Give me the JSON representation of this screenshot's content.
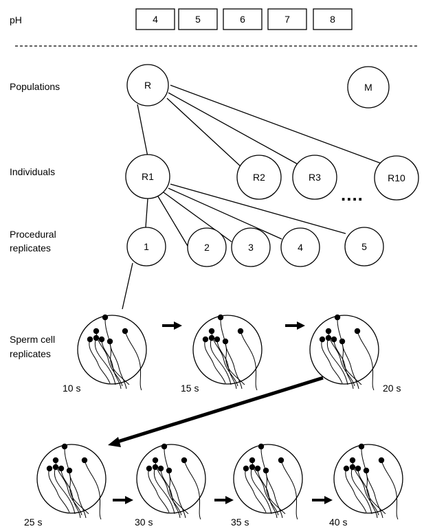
{
  "ph": {
    "label": "pH",
    "values": [
      "4",
      "5",
      "6",
      "7",
      "8"
    ]
  },
  "row_labels": {
    "populations": "Populations",
    "individuals": "Individuals",
    "procedural_line1": "Procedural",
    "procedural_line2": "replicates",
    "sperm_line1": "Sperm cell",
    "sperm_line2": "replicates"
  },
  "populations": [
    "R",
    "M"
  ],
  "individuals": [
    "R1",
    "R2",
    "R3",
    "R10"
  ],
  "ellipsis": "....",
  "procedural_replicates": [
    "1",
    "2",
    "3",
    "4",
    "5"
  ],
  "time_points": [
    "10 s",
    "15 s",
    "20 s",
    "25 s",
    "30 s",
    "35 s",
    "40 s"
  ],
  "colors": {
    "stroke": "#000000",
    "fill": "#ffffff"
  }
}
